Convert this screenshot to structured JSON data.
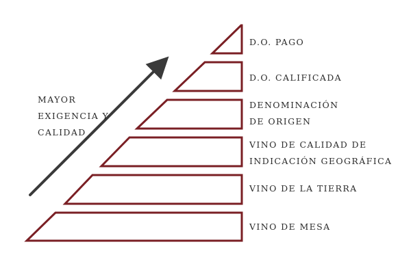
{
  "colors": {
    "tier_border": "#7a1f24",
    "text": "#2b2b2b",
    "arrow": "#3a3a3a",
    "background": "#ffffff"
  },
  "arrow": {
    "caption_lines": [
      "MAYOR",
      "EXIGENCIA Y",
      "CALIDAD"
    ],
    "icon": "up-right-arrow-icon"
  },
  "tiers": [
    {
      "id": "do-pago",
      "lines": [
        "D.O. PAGO"
      ]
    },
    {
      "id": "do-calificada",
      "lines": [
        "D.O. CALIFICADA"
      ]
    },
    {
      "id": "denominacion-de-origen",
      "lines": [
        "DENOMINACIÓN",
        "DE ORIGEN"
      ]
    },
    {
      "id": "vino-de-calidad",
      "lines": [
        "VINO DE CALIDAD DE",
        "INDICACIÓN GEOGRÁFICA"
      ]
    },
    {
      "id": "vino-de-la-tierra",
      "lines": [
        "VINO DE LA TIERRA"
      ]
    },
    {
      "id": "vino-de-mesa",
      "lines": [
        "VINO DE MESA"
      ]
    }
  ]
}
